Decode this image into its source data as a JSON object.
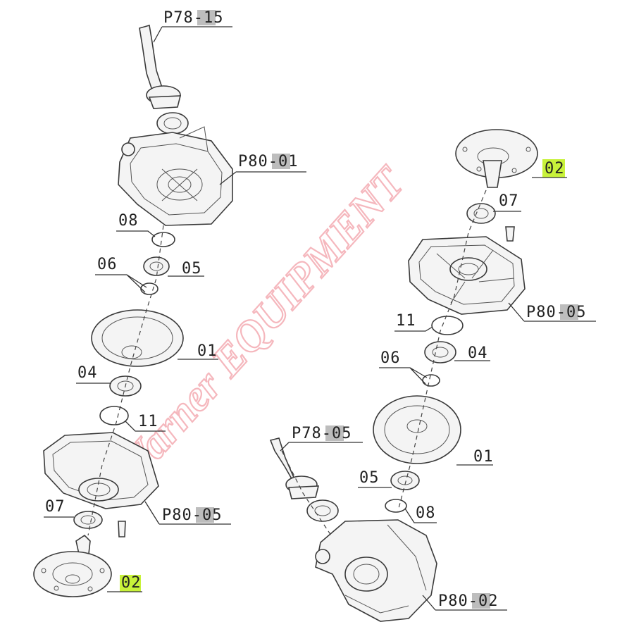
{
  "watermark": "Varner EQUIPMENT",
  "colors": {
    "line": "#3a3a3a",
    "grey_highlight": "#bdbdbd",
    "green_highlight": "#c8f23a",
    "watermark": "#f2a0a8"
  },
  "labels": {
    "left_p78_15": "P78-15",
    "left_p80_01": "P80-01",
    "left_08": "08",
    "left_06": "06",
    "left_05": "05",
    "left_01": "01",
    "left_04": "04",
    "left_11": "11",
    "left_07": "07",
    "left_p80_05": "P80-05",
    "left_02": "02",
    "right_02": "02",
    "right_07": "07",
    "right_p80_05": "P80-05",
    "right_11": "11",
    "right_04": "04",
    "right_06": "06",
    "right_01": "01",
    "right_p78_05": "P78-05",
    "right_05": "05",
    "right_08": "08",
    "right_p80_02": "P80-02"
  }
}
